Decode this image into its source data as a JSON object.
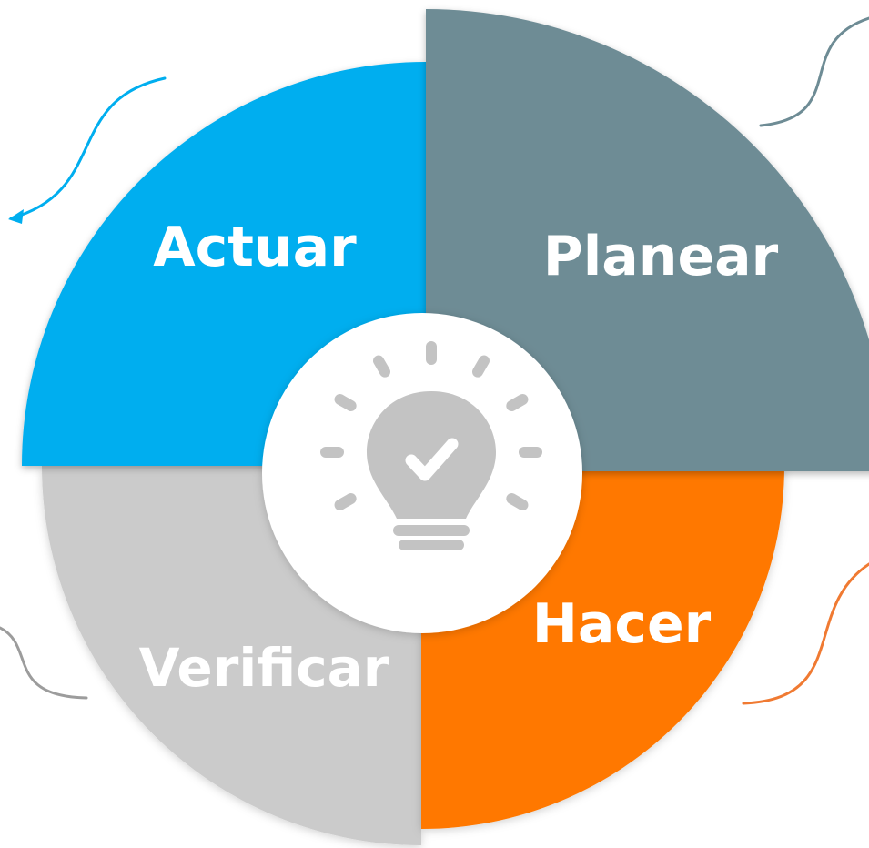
{
  "segments": {
    "actuar": {
      "label": "Actuar",
      "color": "#00AEEF"
    },
    "planear": {
      "label": "Planear",
      "color": "#6E8C95"
    },
    "hacer": {
      "label": "Hacer",
      "color": "#FF7800"
    },
    "verificar": {
      "label": "Verificar",
      "color": "#CBCBCB"
    }
  },
  "center": {
    "icon": "lightbulb-check-icon",
    "icon_color": "#C3C3C3",
    "background": "#FFFFFF"
  },
  "connectors": {
    "actuar_color": "#00AEEF",
    "planear_color": "#6E8C95",
    "hacer_color": "#F07A32",
    "verificar_color": "#9C9C9C"
  }
}
